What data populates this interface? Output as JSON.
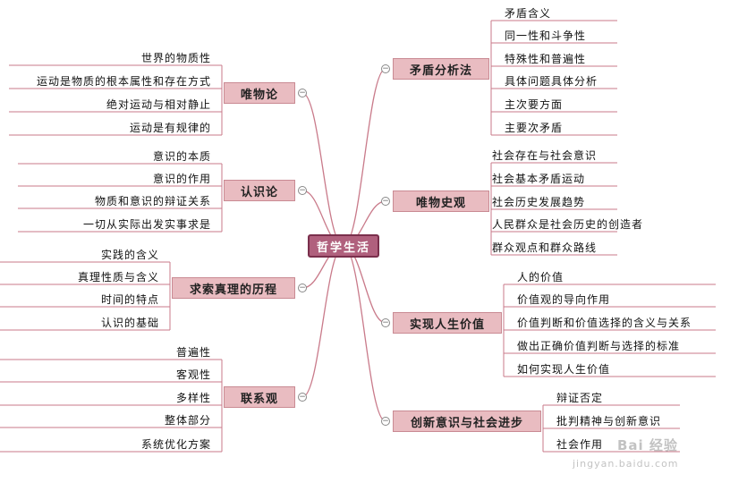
{
  "center": "哲学生活",
  "branches": {
    "weiwulun": {
      "title": "唯物论",
      "leaves": [
        "世界的物质性",
        "运动是物质的根本属性和存在方式",
        "绝对运动与相对静止",
        "运动是有规律的"
      ]
    },
    "renshilun": {
      "title": "认识论",
      "leaves": [
        "意识的本质",
        "意识的作用",
        "物质和意识的辩证关系",
        "一切从实际出发实事求是"
      ]
    },
    "zhenli": {
      "title": "求索真理的历程",
      "leaves": [
        "实践的含义",
        "真理性质与含义",
        "时间的特点",
        "认识的基础"
      ]
    },
    "lianxi": {
      "title": "联系观",
      "leaves": [
        "普遍性",
        "客观性",
        "多样性",
        "整体部分",
        "系统优化方案"
      ]
    },
    "maodun": {
      "title": "矛盾分析法",
      "leaves": [
        "矛盾含义",
        "同一性和斗争性",
        "特殊性和普遍性",
        "具体问题具体分析",
        "主次要方面",
        "主要次矛盾"
      ]
    },
    "lishiguan": {
      "title": "唯物史观",
      "leaves": [
        "社会存在与社会意识",
        "社会基本矛盾运动",
        "社会历史发展趋势",
        "人民群众是社会历史的创造者",
        "群众观点和群众路线"
      ]
    },
    "jiazhi": {
      "title": "实现人生价值",
      "leaves": [
        "人的价值",
        "价值观的导向作用",
        "价值判断和价值选择的含义与关系",
        "做出正确价值判断与选择的标准",
        "如何实现人生价值"
      ]
    },
    "chuangxin": {
      "title": "创新意识与社会进步",
      "leaves": [
        "辩证否定",
        "批判精神与创新意识",
        "社会作用"
      ]
    }
  },
  "watermark": {
    "brand": "Bai 经验",
    "url": "jingyan.baidu.com"
  },
  "colors": {
    "line": "#c97a8a",
    "node_fill": "#e9bcc1",
    "center_fill": "#b0607d"
  }
}
